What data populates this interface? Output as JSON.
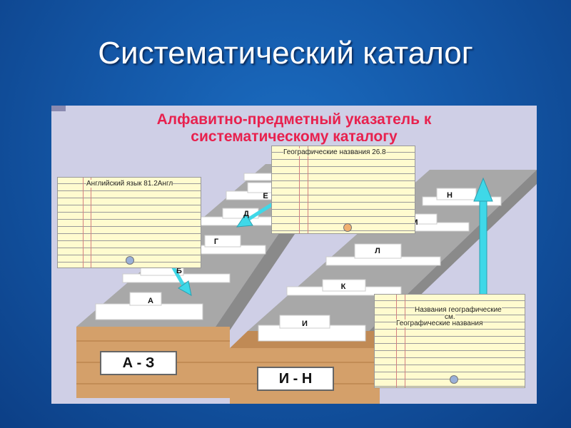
{
  "slide": {
    "title": "Систематический каталог"
  },
  "diagram": {
    "header_line1": "Алфавитно-предметный указатель к",
    "header_line2": "систематическому каталогу",
    "card_left_title": "Английский язык  81.2Англ",
    "card_top_title": "Географические названия  26.8",
    "card_right_line1": "Названия географические",
    "card_right_line2": "см.",
    "card_right_line3": "Географические названия",
    "drawer_left_label": "А - З",
    "drawer_right_label": "И - Н",
    "tabs_left": [
      "А",
      "Б",
      "Г",
      "Д",
      "Е"
    ],
    "tabs_right": [
      "И",
      "К",
      "Л",
      "М",
      "Н"
    ]
  },
  "colors": {
    "background": "#1458a8",
    "panel": "#cfcfe6",
    "header_text": "#e8214e",
    "card": "#fffbcf",
    "drawer_wood": "#d4a06a",
    "arrow": "#3fd8e8"
  }
}
